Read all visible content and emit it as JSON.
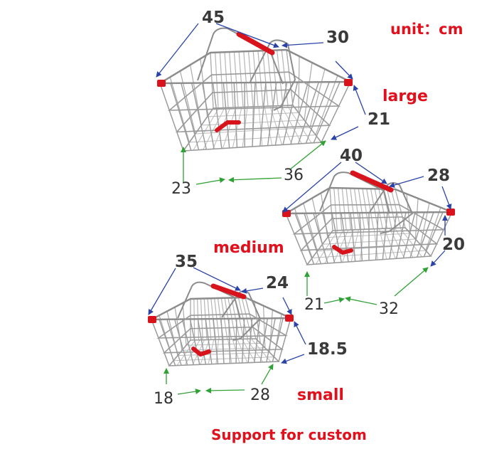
{
  "unit_label": "unit：cm",
  "footer": "Support for custom",
  "colors": {
    "accent_red": "#e0101c",
    "wire": "#9a9a9a",
    "handle": "#d8131b",
    "arrow_blue": "#2a43a8",
    "arrow_green": "#2fa135",
    "dim_text": "#333333"
  },
  "baskets": {
    "large": {
      "label": "large",
      "top_length": "45",
      "top_width": "30",
      "height": "21",
      "bottom_length": "36",
      "bottom_width": "23"
    },
    "medium": {
      "label": "medium",
      "top_length": "40",
      "top_width": "28",
      "height": "20",
      "bottom_length": "32",
      "bottom_width": "21"
    },
    "small": {
      "label": "small",
      "top_length": "35",
      "top_width": "24",
      "height": "18.5",
      "bottom_length": "28",
      "bottom_width": "18"
    }
  }
}
